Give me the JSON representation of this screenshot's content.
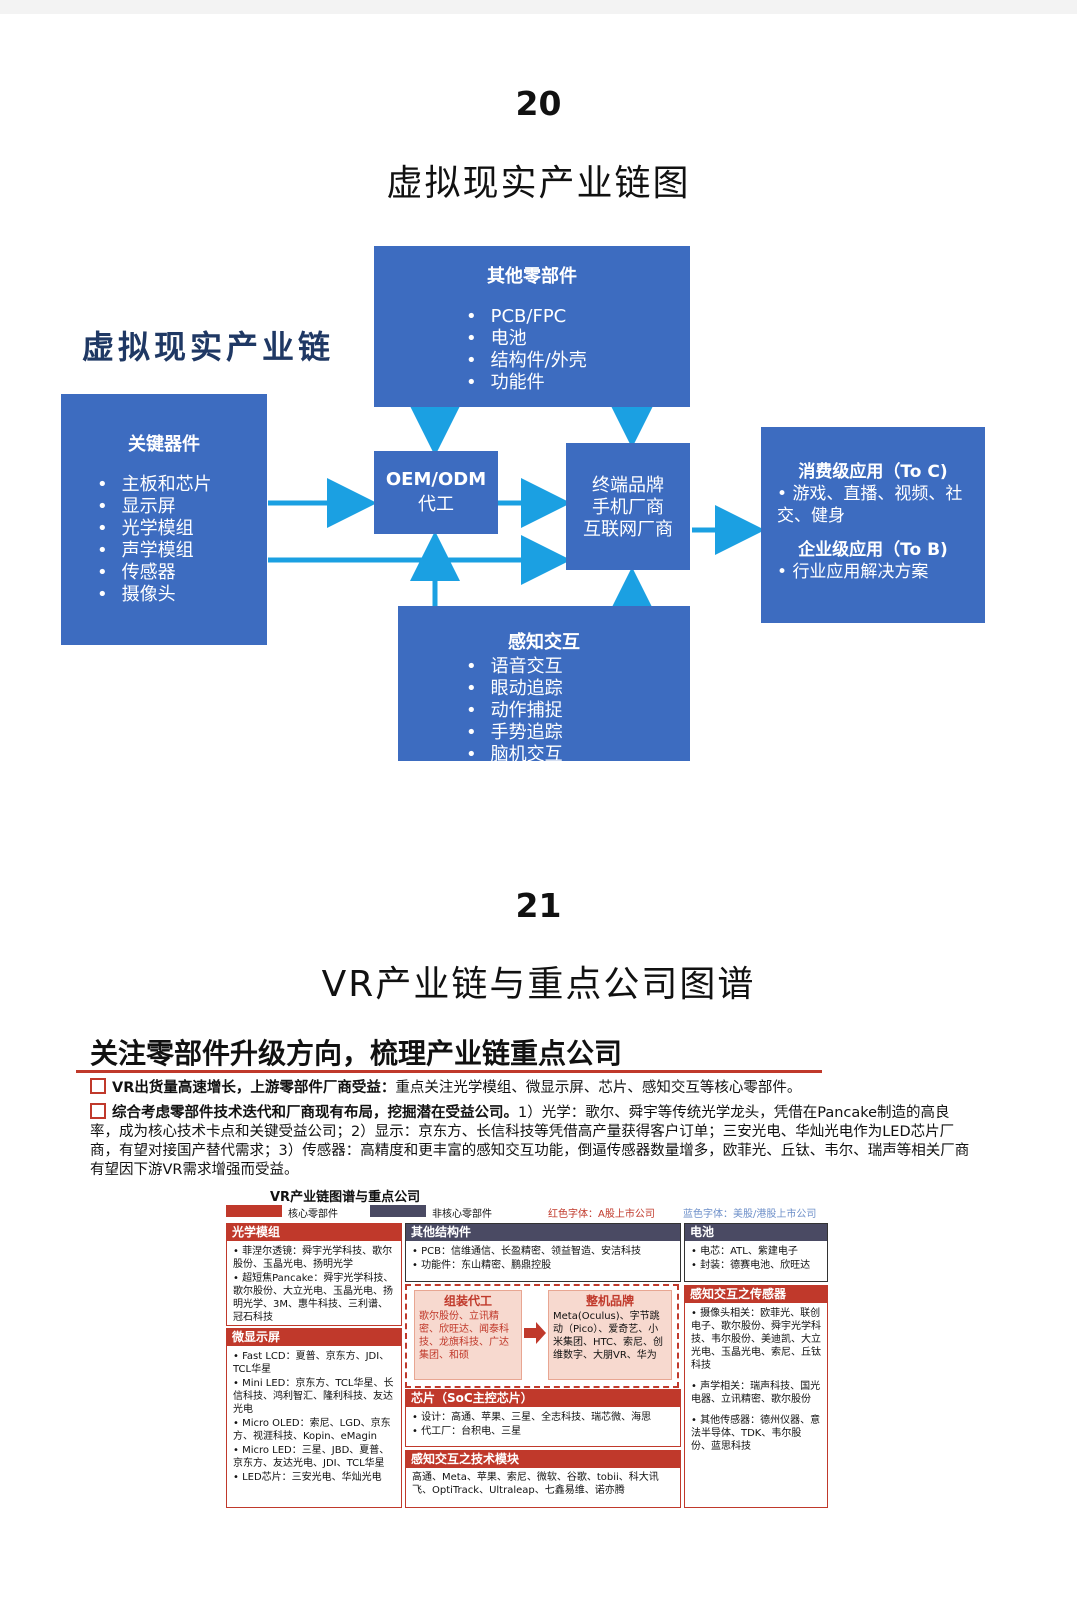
{
  "section20": {
    "number": "20",
    "title": "虚拟现实产业链图",
    "chain_label": "虚拟现实产业链",
    "other_parts": {
      "title": "其他零部件",
      "items": [
        "PCB/FPC",
        "电池",
        "结构件/外壳",
        "功能件"
      ]
    },
    "key_components": {
      "title": "关键器件",
      "items": [
        "主板和芯片",
        "显示屏",
        "光学模组",
        "声学模组",
        "传感器",
        "摄像头"
      ]
    },
    "oem": {
      "line1": "OEM/ODM",
      "line2": "代工"
    },
    "brand": {
      "line1": "终端品牌",
      "line2": "手机厂商",
      "line3": "互联网厂商"
    },
    "apps": {
      "consumer_title": "消费级应用（To C)",
      "consumer_item": "游戏、直播、视频、社交、健身",
      "enterprise_title": "企业级应用（To B)",
      "enterprise_item": "行业应用解决方案"
    },
    "perception": {
      "title": "感知交互",
      "items": [
        "语音交互",
        "眼动追踪",
        "动作捕捉",
        "手势追踪",
        "脑机交互"
      ]
    }
  },
  "section21": {
    "number": "21",
    "title": "VR产业链与重点公司图谱",
    "heading": "关注零部件升级方向，梳理产业链重点公司",
    "bullet1_bold": "VR出货量高速增长，上游零部件厂商受益：",
    "bullet1_text": "重点关注光学模组、微显示屏、芯片、感知交互等核心零部件。",
    "bullet2_bold": "综合考虑零部件技术迭代和厂商现有布局，挖掘潜在受益公司。",
    "bullet2_text": "1）光学：歌尔、舜宇等传统光学龙头，凭借在Pancake制造的高良率，成为核心技术卡点和关键受益公司；2）显示：京东方、长信科技等凭借高产量获得客户订单；三安光电、华灿光电作为LED芯片厂商，有望对接国产替代需求；3）传感器：高精度和更丰富的感知交互功能，倒逼传感器数量增多，欧菲光、丘钛、韦尔、瑞声等相关厂商有望因下游VR需求增强而受益。",
    "map_title": "VR产业链图谱与重点公司",
    "legend": {
      "core": "核心零部件",
      "noncore": "非核心零部件",
      "red_font": "红色字体：A股上市公司",
      "blue_font": "蓝色字体：美股/港股上市公司"
    },
    "optics": {
      "title": "光学模组",
      "l1": "• 菲涅尔透镜：舜宇光学科技、歌尔股份、玉晶光电、扬明光学",
      "l2": "• 超短焦Pancake：舜宇光学科技、歌尔股份、大立光电、玉晶光电、扬明光学、3M、惠牛科技、三利谱、冠石科技"
    },
    "display": {
      "title": "微显示屏",
      "l1": "• Fast LCD：夏普、京东方、JDI、TCL华星",
      "l2": "• Mini LED：京东方、TCL华星、长信科技、鸿利智汇、隆利科技、友达光电",
      "l3": "• Micro OLED：索尼、LGD、京东方、视涯科技、Kopin、eMagin",
      "l4": "• Micro LED：三星、JBD、夏普、京东方、友达光电、JDI、TCL华星",
      "l5": "• LED芯片：三安光电、华灿光电"
    },
    "structure": {
      "title": "其他结构件",
      "l1": "• PCB：信维通信、长盈精密、领益智造、安洁科技",
      "l2": "• 功能件：东山精密、鹏鼎控股"
    },
    "battery": {
      "title": "电池",
      "l1": "• 电芯：ATL、紫建电子",
      "l2": "• 封装：德赛电池、欣旺达"
    },
    "assembly": {
      "title": "组装代工",
      "text": "歌尔股份、立讯精密、欣旺达、闻泰科技、龙旗科技、广达集团、和硕"
    },
    "brands": {
      "title": "整机品牌",
      "text": "Meta(Oculus)、字节跳动（Pico）、爱奇艺、小米集团、HTC、索尼、创维数字、大朋VR、华为"
    },
    "chip": {
      "title": "芯片（SoC主控芯片）",
      "l1": "• 设计：高通、苹果、三星、全志科技、瑞芯微、海思",
      "l2": "• 代工厂：台积电、三星"
    },
    "tech": {
      "title": "感知交互之技术模块",
      "text": "高通、Meta、苹果、索尼、微软、谷歌、tobii、科大讯飞、OptiTrack、Ultraleap、七鑫易维、诺亦腾"
    },
    "sensors": {
      "title": "感知交互之传感器",
      "l1": "• 摄像头相关：欧菲光、联创电子、歌尔股份、舜宇光学科技、韦尔股份、美迪凯、大立光电、玉晶光电、索尼、丘钛科技",
      "l2": "• 声学相关：瑞声科技、国光电器、立讯精密、歌尔股份",
      "l3": "• 其他传感器：德州仪器、意法半导体、TDK、韦尔股份、蓝思科技"
    }
  },
  "colors": {
    "box_blue": "#3d6cc0",
    "arrow_blue": "#1ba0e2",
    "accent_red": "#c0392b",
    "dark_chip": "#4a4a63"
  }
}
